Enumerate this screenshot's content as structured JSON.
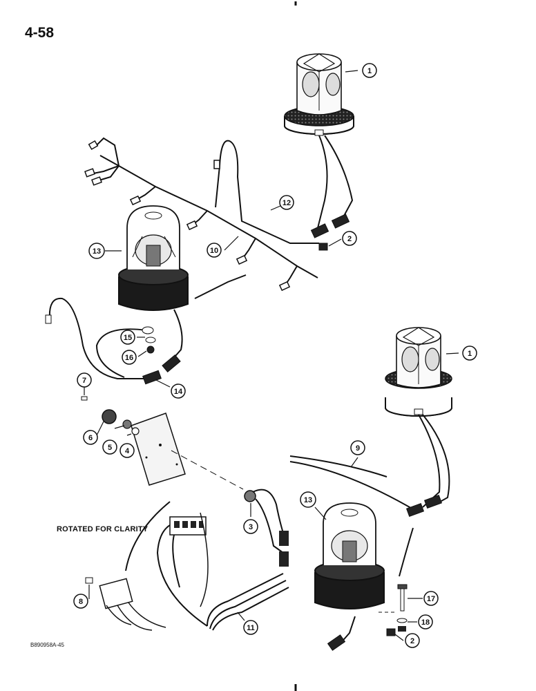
{
  "page_number": "4-58",
  "rotated_caption": "ROTATED FOR CLARITY",
  "figure_code": "B890958A-45",
  "callouts": {
    "c1a": "1",
    "c1b": "1",
    "c2a": "2",
    "c2b": "2",
    "c3": "3",
    "c4": "4",
    "c5": "5",
    "c6": "6",
    "c7": "7",
    "c8": "8",
    "c9": "9",
    "c10": "10",
    "c11": "11",
    "c12": "12",
    "c13a": "13",
    "c13b": "13",
    "c14": "14",
    "c15": "15",
    "c16": "16",
    "c17": "17",
    "c18": "18"
  }
}
